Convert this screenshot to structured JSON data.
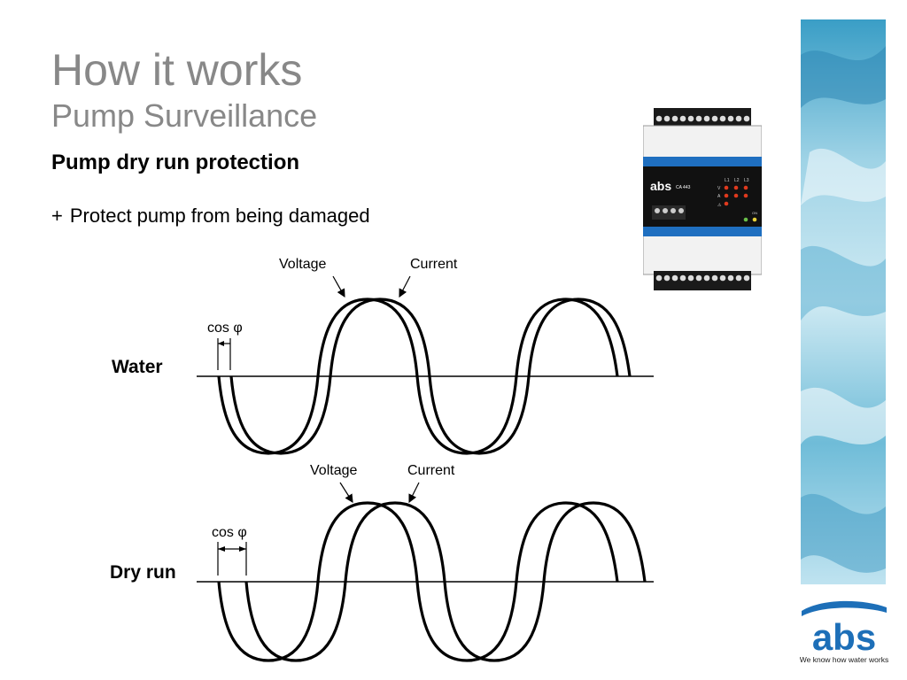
{
  "slide": {
    "title": "How it works",
    "subtitle": "Pump Surveillance",
    "heading": "Pump dry run protection",
    "bullet_marker": "+",
    "bullet_text": "Protect pump from being damaged"
  },
  "device": {
    "brand": "abs",
    "model": "CA 443",
    "led_columns": [
      "L1",
      "L2",
      "L3"
    ],
    "led_rows": [
      "V",
      "A",
      "⚠"
    ],
    "status_label": "ON"
  },
  "logo": {
    "brand": "abs",
    "tagline": "We know how water works"
  },
  "diagrams": {
    "water": {
      "label": "Water",
      "voltage_label": "Voltage",
      "current_label": "Current",
      "phase_label": "cos φ"
    },
    "dry_run": {
      "label": "Dry run",
      "voltage_label": "Voltage",
      "current_label": "Current",
      "phase_label": "cos φ"
    }
  },
  "colors": {
    "title_gray": "#888888",
    "device_blue": "#1f6fc0",
    "logo_blue": "#1d6fb8",
    "led_red": "#e03a1e",
    "led_green": "#6ac04a",
    "led_yellow": "#e8d23a"
  }
}
